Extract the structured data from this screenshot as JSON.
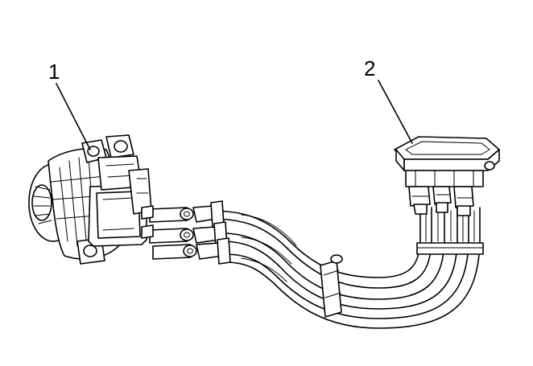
{
  "callouts": [
    {
      "id": "1",
      "label": "1"
    },
    {
      "id": "2",
      "label": "2"
    }
  ]
}
